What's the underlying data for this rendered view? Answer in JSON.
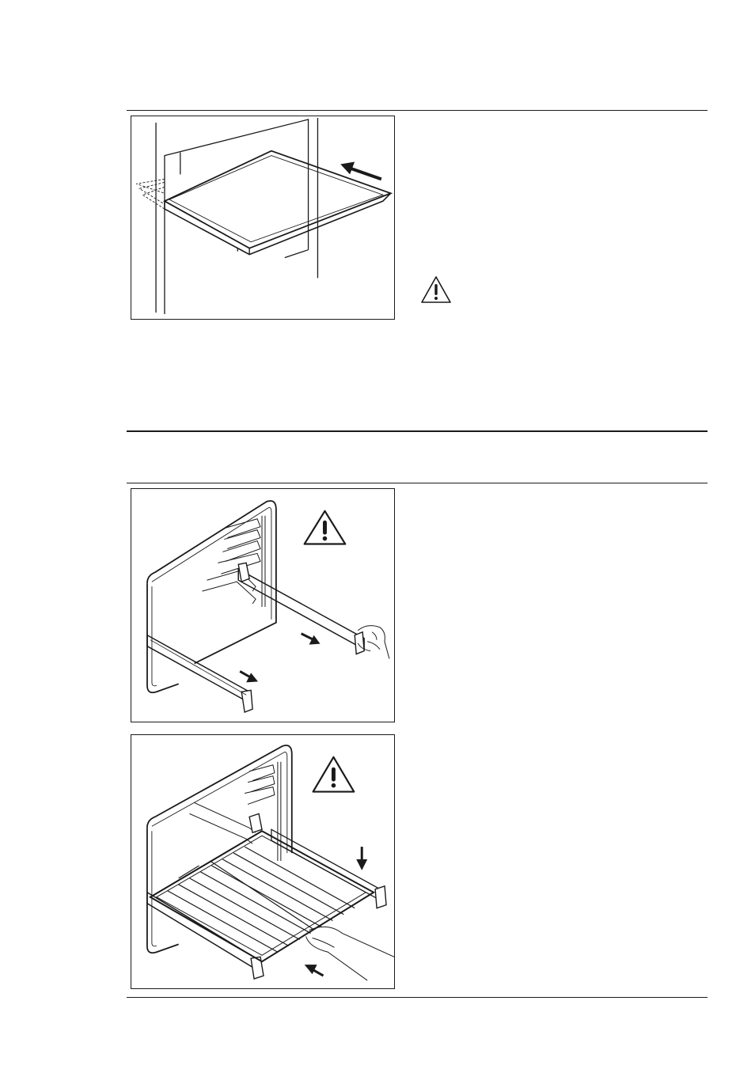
{
  "page": {
    "background": "#ffffff",
    "ink": "#1a1a1a"
  },
  "sections": [
    {
      "id": "tray-insert",
      "figure": "baking-tray-pushed-into-oven-illustration",
      "icons": [
        "arrow-push-icon"
      ]
    },
    {
      "id": "heading-band"
    },
    {
      "id": "telescopic-runners",
      "figure": "pull-out-telescopic-runners-illustration",
      "icons": [
        "warning-triangle-icon",
        "arrow-pull-icon"
      ]
    },
    {
      "id": "rack-on-runners",
      "figure": "wire-shelf-on-runners-illustration",
      "icons": [
        "warning-triangle-icon",
        "arrow-down-icon",
        "arrow-push-icon"
      ]
    }
  ],
  "standalone_icons": [
    "warning-triangle-icon"
  ]
}
